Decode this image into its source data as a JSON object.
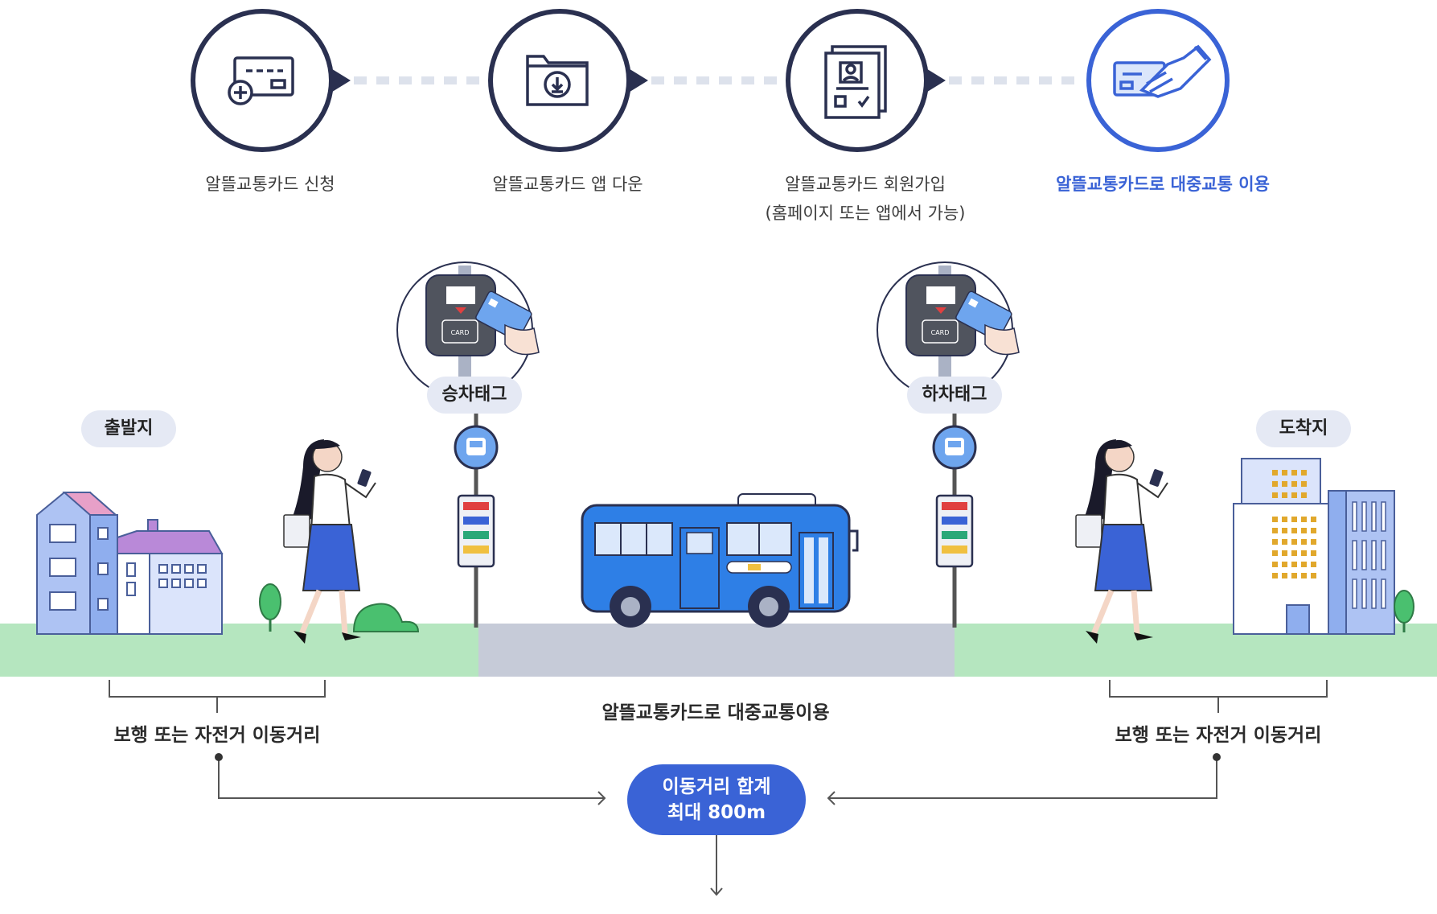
{
  "steps": [
    {
      "label": "알뜰교통카드 신청",
      "icon": "card-add-icon"
    },
    {
      "label": "알뜰교통카드 앱 다운",
      "icon": "folder-download-icon"
    },
    {
      "label": "알뜰교통카드 회원가입",
      "sublabel": "(홈페이지 또는 앱에서 가능)",
      "icon": "document-profile-icon"
    },
    {
      "label": "알뜰교통카드로 대중교통 이용",
      "icon": "hand-card-icon"
    }
  ],
  "scene": {
    "start_label": "출발지",
    "end_label": "도착지",
    "board_tag": "승차태그",
    "alight_tag": "하차태그",
    "card_text": "CARD",
    "walk_left": "보행 또는 자전거 이동거리",
    "walk_right": "보행 또는 자전거 이동거리",
    "transit": "알뜰교통카드로 대중교통이용"
  },
  "total": {
    "line1": "이동거리 합계",
    "line2": "최대 800m"
  },
  "colors": {
    "accent": "#3a63d6",
    "navy": "#2a3050",
    "ground": "#b5e6bf",
    "road": "#c6cbd8",
    "bus": "#2e7fe6",
    "pill": "#e5e9f4"
  }
}
